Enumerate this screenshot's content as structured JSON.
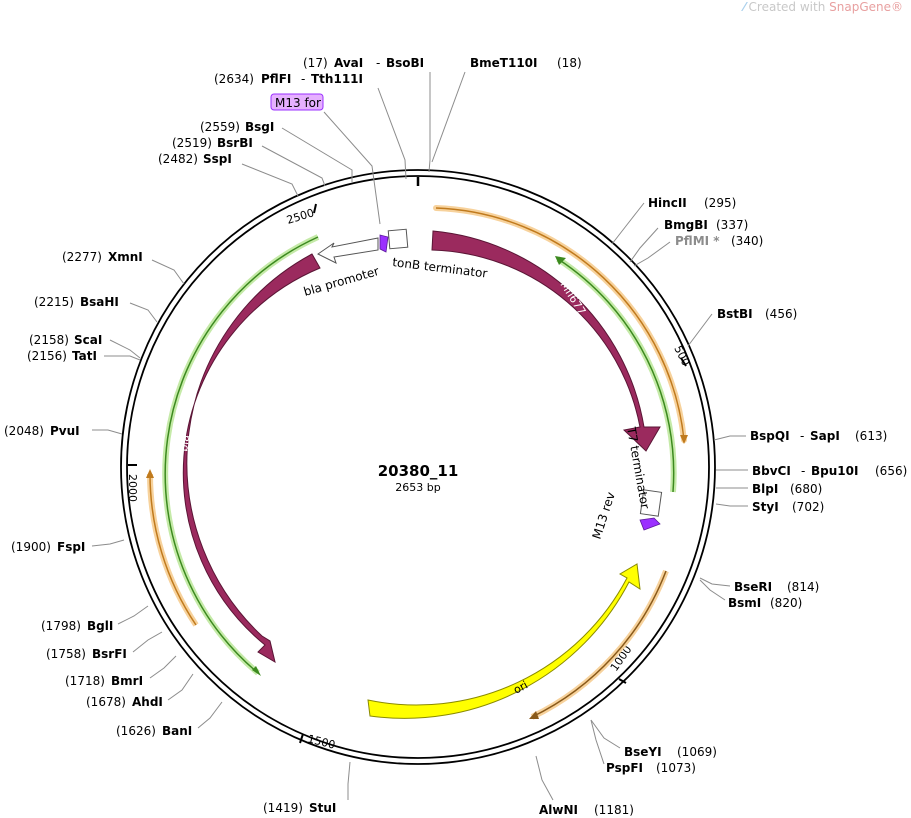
{
  "watermark": {
    "prefix": "Created with ",
    "brand": "SnapGene",
    "mark": "®"
  },
  "plasmid": {
    "name": "20380_11",
    "length_label": "2653 bp",
    "length": 2653
  },
  "ruler_ticks": [
    {
      "label": "500",
      "pos": 500
    },
    {
      "label": "1000",
      "pos": 1000
    },
    {
      "label": "1500",
      "pos": 1500
    },
    {
      "label": "2000",
      "pos": 2000
    },
    {
      "label": "2500",
      "pos": 2500
    }
  ],
  "sites": [
    {
      "name": "AvaI",
      "pos": "(17)"
    },
    {
      "name": "BsoBI"
    },
    {
      "name": "BmeT110I",
      "pos": "(18)"
    },
    {
      "name": "PflFI",
      "pos": "(2634)"
    },
    {
      "name": "Tth111I"
    },
    {
      "name": "BsgI",
      "pos": "(2559)"
    },
    {
      "name": "BsrBI",
      "pos": "(2519)"
    },
    {
      "name": "SspI",
      "pos": "(2482)"
    },
    {
      "name": "XmnI",
      "pos": "(2277)"
    },
    {
      "name": "BsaHI",
      "pos": "(2215)"
    },
    {
      "name": "ScaI",
      "pos": "(2158)"
    },
    {
      "name": "TatI",
      "pos": "(2156)"
    },
    {
      "name": "PvuI",
      "pos": "(2048)"
    },
    {
      "name": "FspI",
      "pos": "(1900)"
    },
    {
      "name": "BglI",
      "pos": "(1798)"
    },
    {
      "name": "BsrFI",
      "pos": "(1758)"
    },
    {
      "name": "BmrI",
      "pos": "(1718)"
    },
    {
      "name": "AhdI",
      "pos": "(1678)"
    },
    {
      "name": "BanI",
      "pos": "(1626)"
    },
    {
      "name": "StuI",
      "pos": "(1419)"
    },
    {
      "name": "AlwNI",
      "pos": "(1181)"
    },
    {
      "name": "BseYI",
      "pos": "(1069)"
    },
    {
      "name": "PspFI",
      "pos": "(1073)"
    },
    {
      "name": "BseRI",
      "pos": "(814)"
    },
    {
      "name": "BsmI",
      "pos": "(820)"
    },
    {
      "name": "StyI",
      "pos": "(702)"
    },
    {
      "name": "BlpI",
      "pos": "(680)"
    },
    {
      "name": "BbvCI",
      "pos": "(656)"
    },
    {
      "name": "Bpu10I"
    },
    {
      "name": "BspQI",
      "pos": "(613)"
    },
    {
      "name": "SapI"
    },
    {
      "name": "BstBI",
      "pos": "(456)"
    },
    {
      "name": "HincII",
      "pos": "(295)"
    },
    {
      "name": "BmgBI",
      "pos": "(337)"
    },
    {
      "name": "PflMI *",
      "pos": "(340)"
    }
  ],
  "features": [
    {
      "name": "Mfl677",
      "type": "cds",
      "color": "#9b2a5e"
    },
    {
      "name": "bla",
      "type": "cds",
      "color": "#9b2a5e"
    },
    {
      "name": "ori",
      "type": "rep_origin",
      "color": "#ffff00"
    },
    {
      "name": "tonB terminator",
      "type": "terminator",
      "color": "#ffffff"
    },
    {
      "name": "bla promoter",
      "type": "promoter",
      "color": "#ffffff"
    },
    {
      "name": "T7 terminator",
      "type": "terminator",
      "color": "#ffffff"
    },
    {
      "name": "M13 for",
      "type": "primer_bind",
      "color": "#9b30ff"
    },
    {
      "name": "M13 rev",
      "type": "primer_bind",
      "color": "#9b30ff"
    }
  ],
  "colors": {
    "backbone": "#000000",
    "orf_orange": "#f0a044",
    "orf_green": "#66c43b",
    "cds": "#9b2a5e",
    "ori": "#ffff00",
    "primer": "#9b30ff",
    "primer_label_bg": "#e6b0ff"
  }
}
